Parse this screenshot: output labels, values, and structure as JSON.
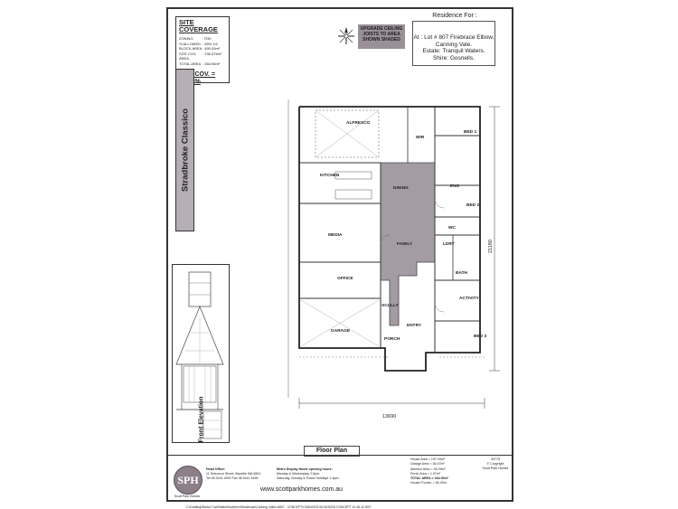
{
  "coverage": {
    "title": "SITE COVERAGE",
    "rows": [
      {
        "label": "ZONING",
        "value": ": R30"
      },
      {
        "label": "% ALLOWED",
        "value": ": 55% 1/2"
      },
      {
        "label": "BLOCK AREA",
        "value": ": 450.00m²"
      },
      {
        "label": "SITE COV. AREA",
        "value": ": 235.076m²"
      },
      {
        "label": "TOTAL AREA",
        "value": ": 264.06m²"
      }
    ],
    "summary": "SITE COV. = 52.39%"
  },
  "upgrade_note": "UPGRADE CEILING JOISTS TO AREA SHOWN SHADED",
  "residence": {
    "heading": "Residence For :",
    "lines": [
      "At : Lot # 807 Firebrace Elbow,",
      "Canning Vale.",
      "Estate: Tranquil Waters.",
      "Shire: Gosnells."
    ]
  },
  "design_name": "Stradbroke Classico",
  "elevation_label": "Front Elevation",
  "plan": {
    "label": "Floor Plan",
    "width_dim": "13690",
    "depth_dim": "21180",
    "rooms": {
      "alfresco": "ALFRESCO",
      "kitchen": "KITCHEN",
      "dining": "DINING",
      "family": "FAMILY",
      "media": "MEDIA",
      "office": "OFFICE",
      "garage": "GARAGE",
      "porch": "PORCH",
      "bed1": "BED 1",
      "bed2": "BED 2",
      "bed3": "BED 3",
      "activity": "ACTIVITY",
      "wir": "WIR",
      "entry": "ENTRY",
      "ldry": "LDRY",
      "bath": "BATH",
      "ens": "ENS",
      "wc": "WC",
      "scullery": "SCULLY"
    }
  },
  "areas": {
    "lines": [
      "House Area = 197.29m²",
      "Garage Area = 36.47m²",
      "Alfresco Area = 26.29m²",
      "Porch Area = 1.97m²"
    ],
    "total": "TOTAL AREA = 264.06m²",
    "frontage": "House Frontm. = 60.00m"
  },
  "copyright": {
    "job": "30776",
    "lines": [
      "© Copyright",
      "Scott Park Homes"
    ]
  },
  "company": {
    "logo_text": "SPH",
    "logo_sub": "Scott Park Homes",
    "office_lines": [
      "Head Office:",
      "11 Selsmour Street, Baxville WA 6501",
      "Tel 08 9241 4900 Fax 08 9241 4499"
    ],
    "display_lines": [
      "Metro Display Home opening hours:",
      "Monday & Wednesday 2-5pm.",
      "Saturday, Sunday & Public Holidays 1-5pm."
    ],
    "website": "www.scottparkhomes.com.au"
  },
  "filepath": "C:\\Drafting\\Sketch Cad\\Sales\\Southern\\Stradbroke\\Canning Vale\\Lot807 - CONCEPT\\CHANGES-06-DESIGN CONCEPT 12-06-12.SKF"
}
